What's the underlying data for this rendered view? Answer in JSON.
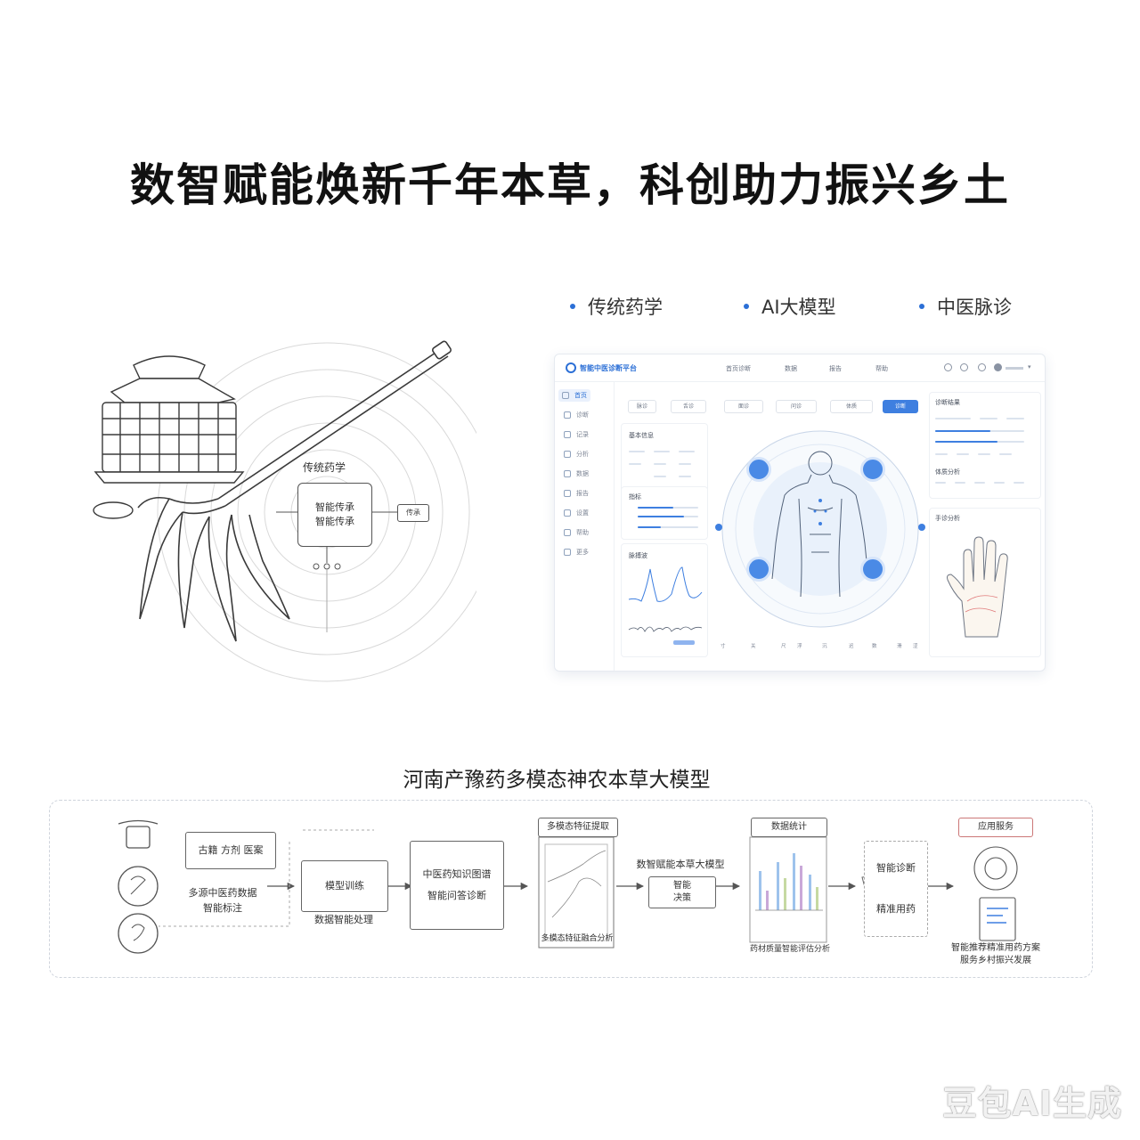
{
  "title": "数智赋能焕新千年本草，科创助力振兴乡土",
  "features": [
    {
      "label": "传统药学"
    },
    {
      "label": "AI大模型"
    },
    {
      "label": "中医脉诊"
    }
  ],
  "illustration": {
    "top_label": "传统药学",
    "box_lines": [
      "智能传承",
      "智能传承"
    ],
    "side_box": "传承",
    "bottom_icons": "⊙⊙⊙"
  },
  "dashboard": {
    "brand": "智能中医诊断平台",
    "nav": [
      "首页",
      "诊断",
      "数据",
      "报告",
      "帮助"
    ],
    "sidebar": [
      "首页",
      "诊断",
      "记录",
      "分析",
      "数据",
      "报告",
      "设置",
      "帮助",
      "更多"
    ],
    "tabs": [
      "脉诊",
      "舌诊",
      "面诊",
      "问诊",
      "体质",
      "诊断"
    ],
    "cards": {
      "info": "基本信息",
      "metrics": "指标",
      "wave": "脉搏波",
      "right_top": "诊断结果",
      "right_mid": "体质分析",
      "palm": "手诊分析"
    },
    "chips": [
      "寸",
      "关",
      "尺",
      "浮",
      "沉",
      "迟",
      "数",
      "滑",
      "涩"
    ]
  },
  "pipeline": {
    "title": "河南产豫药多模态神农本草大模型",
    "data_box": "古籍 方剂 医案",
    "left_text": [
      "多源中医药数据",
      "智能标注"
    ],
    "model_box": "模型训练",
    "model_caption": "数据智能处理",
    "kb_text": [
      "中医药知识图谱",
      "智能问答诊断"
    ],
    "analysis_label": "多模态特征提取",
    "analysis_caption": "多模态特征融合分析",
    "middle_text": "数智赋能本草大模型",
    "middle_box": [
      "智能",
      "决策"
    ],
    "chart_label": "数据统计",
    "chart_caption": "药材质量智能评估分析",
    "result_text": [
      "智能诊断",
      "精准用药"
    ],
    "final_label": "应用服务",
    "final_caption": [
      "智能推荐精准用药方案",
      "服务乡村振兴发展"
    ]
  },
  "watermark": "豆包AI生成"
}
